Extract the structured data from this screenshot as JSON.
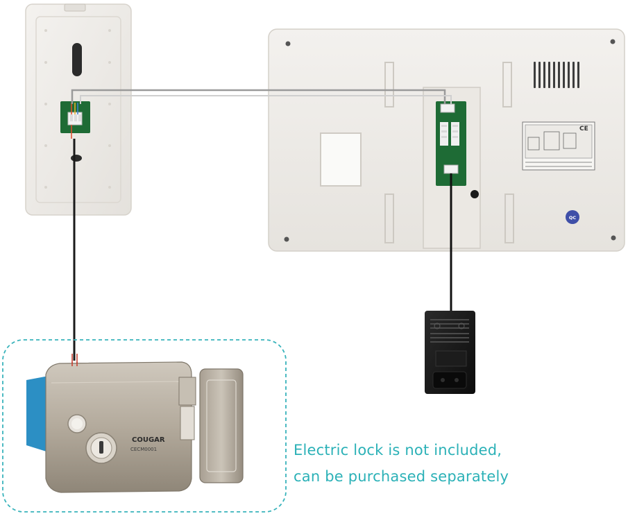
{
  "caption": {
    "line1": "Electric lock is not included,",
    "line2": "can be purchased separately"
  },
  "lock": {
    "brand": "COUGAR",
    "model": "CECM0001"
  },
  "monitor": {
    "certification_mark": "CE",
    "qc_label": "QC"
  },
  "colors": {
    "caption_teal": "#2bb1b7",
    "dashed_frame": "#38b3bb",
    "panel_white": "#f2f0ee",
    "circuit_green": "#1e6b35",
    "wire_gray": "#9a9a9a",
    "cable_black": "#111111",
    "lock_steel": "#b4aca0",
    "lock_blue": "#2c8fc4"
  }
}
